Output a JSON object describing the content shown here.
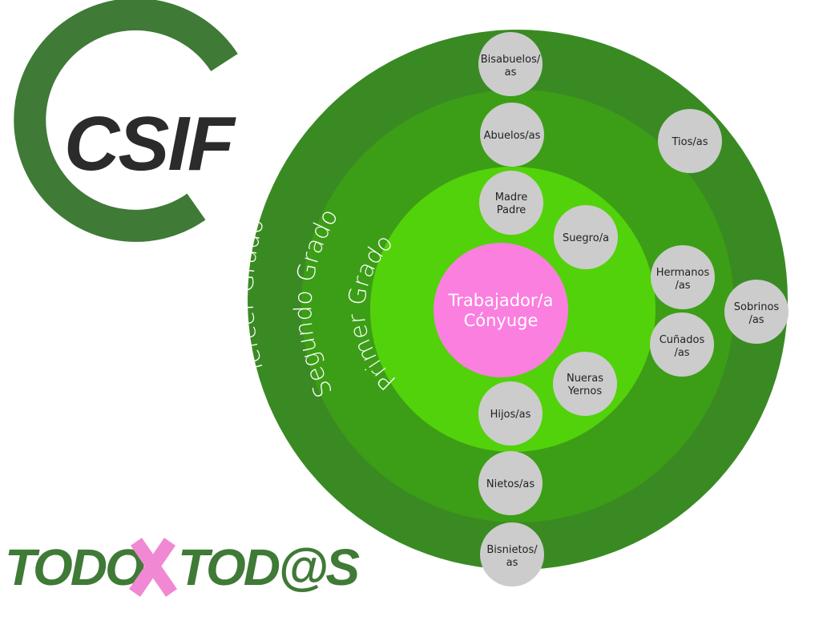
{
  "logo": {
    "brand": "CSIF",
    "slogan_left": "TODO",
    "slogan_right": "TOD@S"
  },
  "rings": {
    "third": "Tercer Grado",
    "second": "Segundo Grado",
    "first": "Primer Grado"
  },
  "center": {
    "line1": "Trabajador/a",
    "line2": "Cónyuge"
  },
  "nodes": {
    "bisabuelos": [
      "Bisabuelos/",
      "as"
    ],
    "abuelos": [
      "Abuelos/as"
    ],
    "padres": [
      "Madre",
      "Padre"
    ],
    "suegros": [
      "Suegro/a"
    ],
    "tios": [
      "Tios/as"
    ],
    "hermanos": [
      "Hermanos",
      "/as"
    ],
    "cunados": [
      "Cuñados",
      "/as"
    ],
    "sobrinos": [
      "Sobrinos",
      "/as"
    ],
    "nueras": [
      "Nueras",
      "Yernos"
    ],
    "hijos": [
      "Hijos/as"
    ],
    "nietos": [
      "Nietos/as"
    ],
    "bisnietos": [
      "Bisnietos/",
      "as"
    ]
  },
  "colors": {
    "outer_ring": "#3a8a23",
    "middle_ring": "#3c9e16",
    "inner_ring": "#52d20a",
    "center": "#fa7fdf",
    "node": "#cccccc",
    "logo_green": "#3f7a37",
    "logo_dark": "#2b2b2b",
    "logo_pink": "#f188d4"
  }
}
